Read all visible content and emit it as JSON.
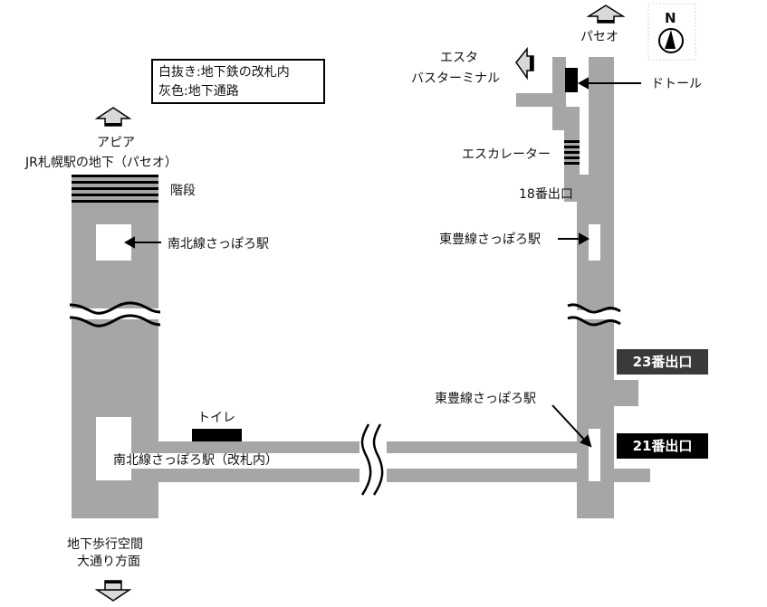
{
  "legend": {
    "line1": "白抜き:地下鉄の改札内",
    "line2": "灰色:地下通路"
  },
  "compass": {
    "label": "N",
    "icon": "north-compass-icon"
  },
  "left_column": {
    "top_arrow_label_1": "アピア",
    "top_arrow_label_2": "JR札幌駅の地下（パセオ）",
    "stairs_label": "階段",
    "station_label": "南北線さっぽろ駅",
    "toilet_label": "トイレ",
    "gate_label": "南北線さっぽろ駅（改札内）",
    "bottom_label_1": "地下歩行空間",
    "bottom_label_2": "大通り方面"
  },
  "right_column": {
    "top_arrow_label": "パセオ",
    "esta_label_1": "エスタ",
    "esta_label_2": "バスターミナル",
    "doutor_label": "ドトール",
    "escalator_label": "エスカレーター",
    "exit18_label": "18番出口",
    "toho_station_label_upper": "東豊線さっぽろ駅",
    "exit23_label": "23番出口",
    "toho_station_label_lower": "東豊線さっぽろ駅",
    "exit21_label": "21番出口"
  },
  "colors": {
    "passage": "#a6a6a6",
    "gate_area": "#ffffff",
    "exit23_bg": "#3a3a3a",
    "exit21_bg": "#000000",
    "arrow_fill": "#d9d9d9"
  }
}
